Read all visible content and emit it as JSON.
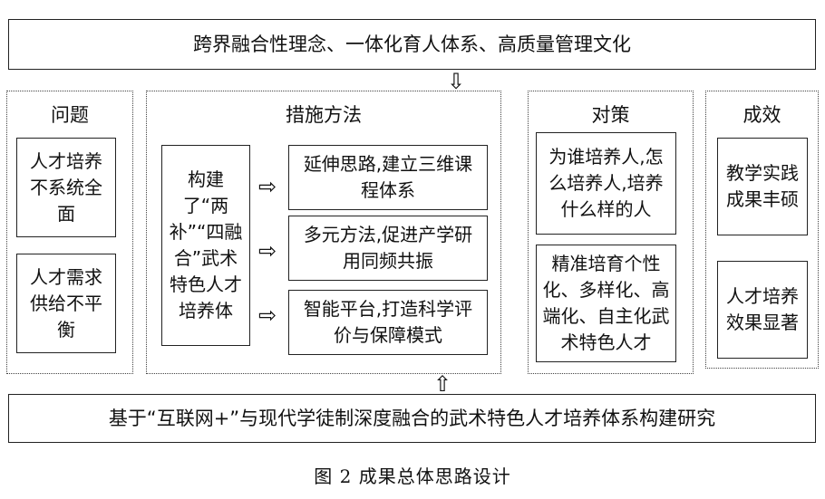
{
  "top_banner": "跨界融合性理念、一体化育人体系、高质量管理文化",
  "bottom_banner": "基于“互联网+”与现代学徒制深度融合的武术特色人才培养体系构建研究",
  "problems": {
    "title": "问题",
    "items": [
      "人才培养不系统全面",
      "人才需求供给不平衡"
    ]
  },
  "methods": {
    "title": "措施方法",
    "core": "构建了“两补”“四融合”武术特色人才培养体",
    "items": [
      "延伸思路,建立三维课程体系",
      "多元方法,促进产学研用同频共振",
      "智能平台,打造科学评价与保障模式"
    ],
    "arrow_glyph": "⇨"
  },
  "strategies": {
    "title": "对策",
    "items": [
      "为谁培养人,怎么培养人,培养什么样的人",
      "精准培育个性化、多样化、高端化、自主化武术特色人才"
    ]
  },
  "results": {
    "title": "成效",
    "items": [
      "教学实践成果丰硕",
      "人才培养效果显著"
    ]
  },
  "arrows": {
    "down": "⇩",
    "up": "⇧"
  },
  "caption": "图 2  成果总体思路设计"
}
